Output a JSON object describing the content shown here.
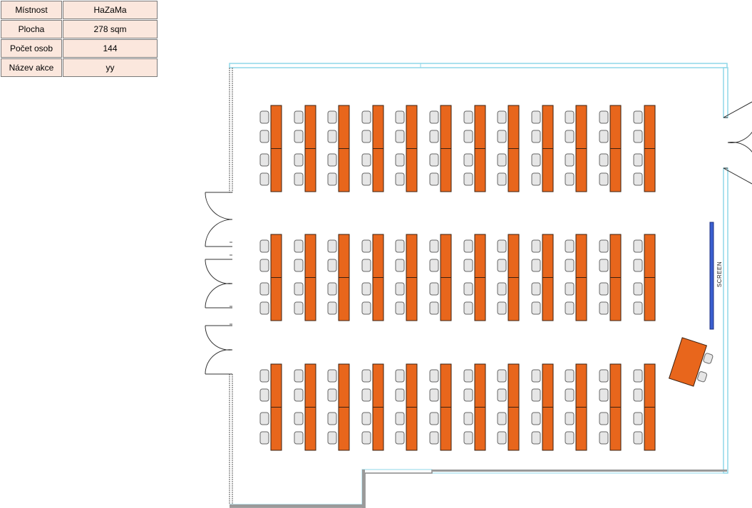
{
  "info_table": {
    "rows": [
      {
        "label": "Místnost",
        "value": "HaZaMa"
      },
      {
        "label": "Plocha",
        "value": "278 sqm"
      },
      {
        "label": "Počet osob",
        "value": "144"
      },
      {
        "label": "Název akce",
        "value": "yy"
      }
    ]
  },
  "floor_plan": {
    "screen_label": "SCREEN",
    "layout": "classroom",
    "table_blocks": 3,
    "table_columns_per_block": 12,
    "seats_per_column_per_block": 4,
    "colors": {
      "table": "#e8661c",
      "table_border": "#3a2010",
      "chair": "#e6e6e6",
      "chair_border": "#666666",
      "glass_wall": "#8fd7e8",
      "solid_wall": "#888888",
      "screen": "#3a5fd0"
    }
  }
}
